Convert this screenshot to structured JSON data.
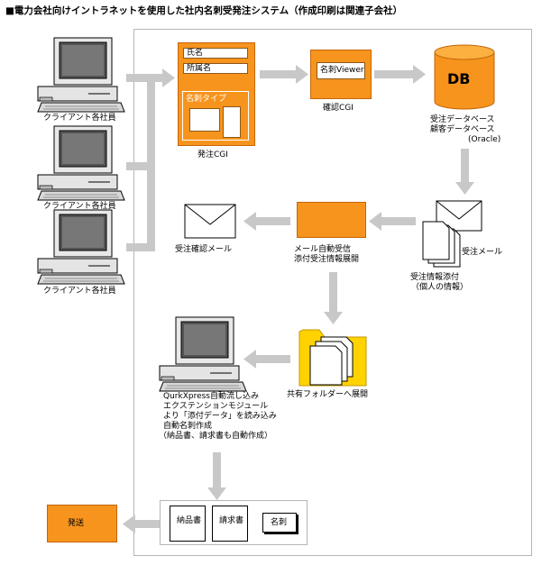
{
  "title": "■電力会社向けイントラネットを使用した社内名刺受発注システム（作成印刷は関連子会社）",
  "clients": [
    "クライアント各社員",
    "クライアント各社員",
    "クライアント各社員"
  ],
  "order_form": {
    "field_name": "氏名",
    "field_dept": "所属名",
    "field_type": "名刺タイプ",
    "caption": "発注CGI"
  },
  "confirm": {
    "viewer": "名刺Viewer",
    "caption": "確認CGI"
  },
  "db": {
    "label": "DB",
    "caption": [
      "受注データベース",
      "顧客データベース",
      "(Oracle)"
    ]
  },
  "order_mail": "受注メール",
  "attachment": [
    "受注情報添付",
    "（個人の情報）"
  ],
  "auto_receive": [
    "メール自動受信",
    "添付受注情報展開"
  ],
  "confirm_mail": "受注確認メール",
  "shared_folder": "共有フォルダーへ展開",
  "quark": [
    "QurkXpress自動流し込み",
    "エクステンションモジュール",
    "より「添付データ」を読み込み",
    "自動名刺作成",
    "（納品書、請求書も自動作成）"
  ],
  "docs": {
    "delivery": "納品書",
    "invoice": "請求書",
    "card": "名刺"
  },
  "ship": "発送",
  "colors": {
    "orange": "#f7941d",
    "yellow": "#ffd200",
    "arrow": "#c8c8c8",
    "border": "#b5b5b5"
  }
}
